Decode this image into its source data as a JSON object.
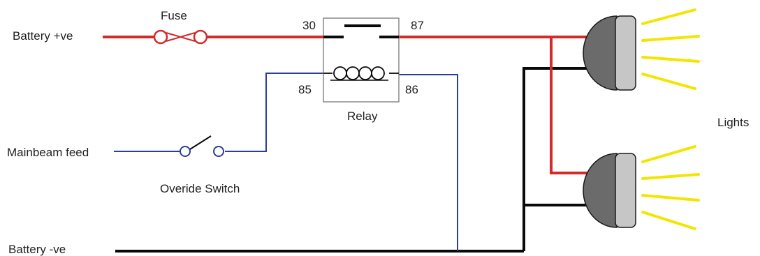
{
  "labels": {
    "battery_pos": "Battery +ve",
    "battery_neg": "Battery -ve",
    "mainbeam_feed": "Mainbeam feed",
    "override_switch": "Overide Switch",
    "fuse": "Fuse",
    "relay": "Relay",
    "lights": "Lights",
    "pin_30": "30",
    "pin_87": "87",
    "pin_85": "85",
    "pin_86": "86"
  },
  "colors": {
    "positive_wire": "#d42a2a",
    "signal_wire": "#2c3e9c",
    "ground_wire": "#0a0a0a",
    "fuse": "#d42a2a",
    "relay_box_stroke": "#8a8a8a",
    "lamp_body": "#6b6b6b",
    "lamp_lens": "#c6c6c6",
    "light_rays": "#f2e600"
  }
}
